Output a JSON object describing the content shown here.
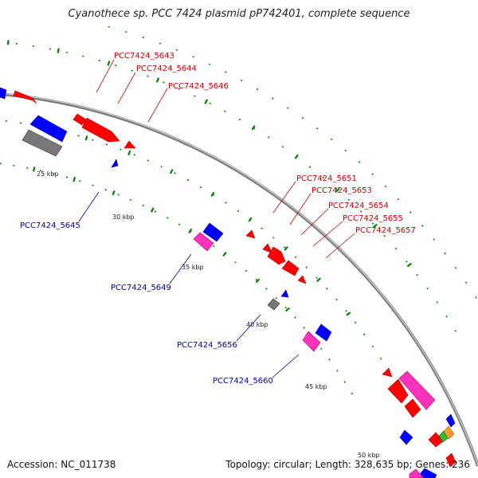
{
  "title": "Cyanothece sp. PCC 7424 plasmid pP742401, complete sequence",
  "footer": {
    "accession": "Accession: NC_011738",
    "summary": "Topology: circular; Length: 328,635 bp; Genes: 236"
  },
  "colors": {
    "backbone": "#8a8a8a",
    "forward_gene": "#ff0000",
    "reverse_gene": "#0000ff",
    "rna": "#ff33bb",
    "pseudo": "#777777",
    "tick": "#008000",
    "label_forward": "#cc0000",
    "label_reverse": "#0000aa"
  },
  "scale_labels": [
    "25 kbp",
    "30 kbp",
    "35 kbp",
    "40 kbp",
    "45 kbp",
    "50 kbp"
  ],
  "gene_labels_forward": [
    "PCC7424_5643",
    "PCC7424_5644",
    "PCC7424_5646",
    "PCC7424_5651",
    "PCC7424_5653",
    "PCC7424_5654",
    "PCC7424_5655",
    "PCC7424_5657"
  ],
  "gene_labels_reverse": [
    "PCC7424_5645",
    "PCC7424_5649",
    "PCC7424_5656",
    "PCC7424_5660"
  ]
}
